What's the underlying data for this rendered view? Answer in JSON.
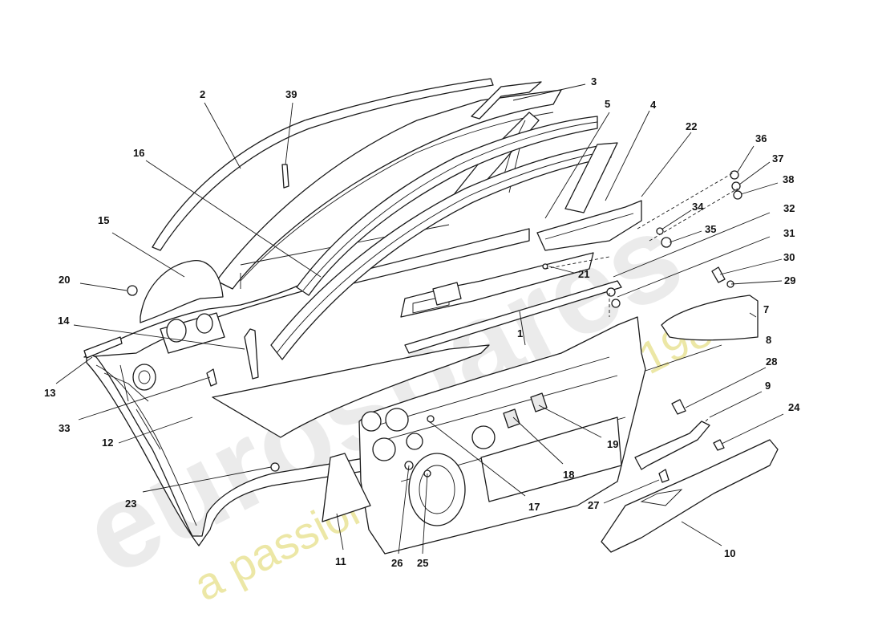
{
  "watermark": {
    "logo": "eurospares",
    "tagline": "a passion for parts since 1985"
  },
  "callouts": [
    "1",
    "2",
    "3",
    "4",
    "5",
    "7",
    "8",
    "9",
    "10",
    "11",
    "12",
    "13",
    "14",
    "15",
    "16",
    "17",
    "18",
    "19",
    "20",
    "21",
    "22",
    "23",
    "24",
    "25",
    "26",
    "27",
    "28",
    "29",
    "30",
    "31",
    "32",
    "33",
    "34",
    "35",
    "36",
    "37",
    "38",
    "39"
  ],
  "colors": {
    "line": "#1a1a1a",
    "watermark_grey": "#d4d4d4",
    "watermark_yellow": "#e6e089"
  }
}
